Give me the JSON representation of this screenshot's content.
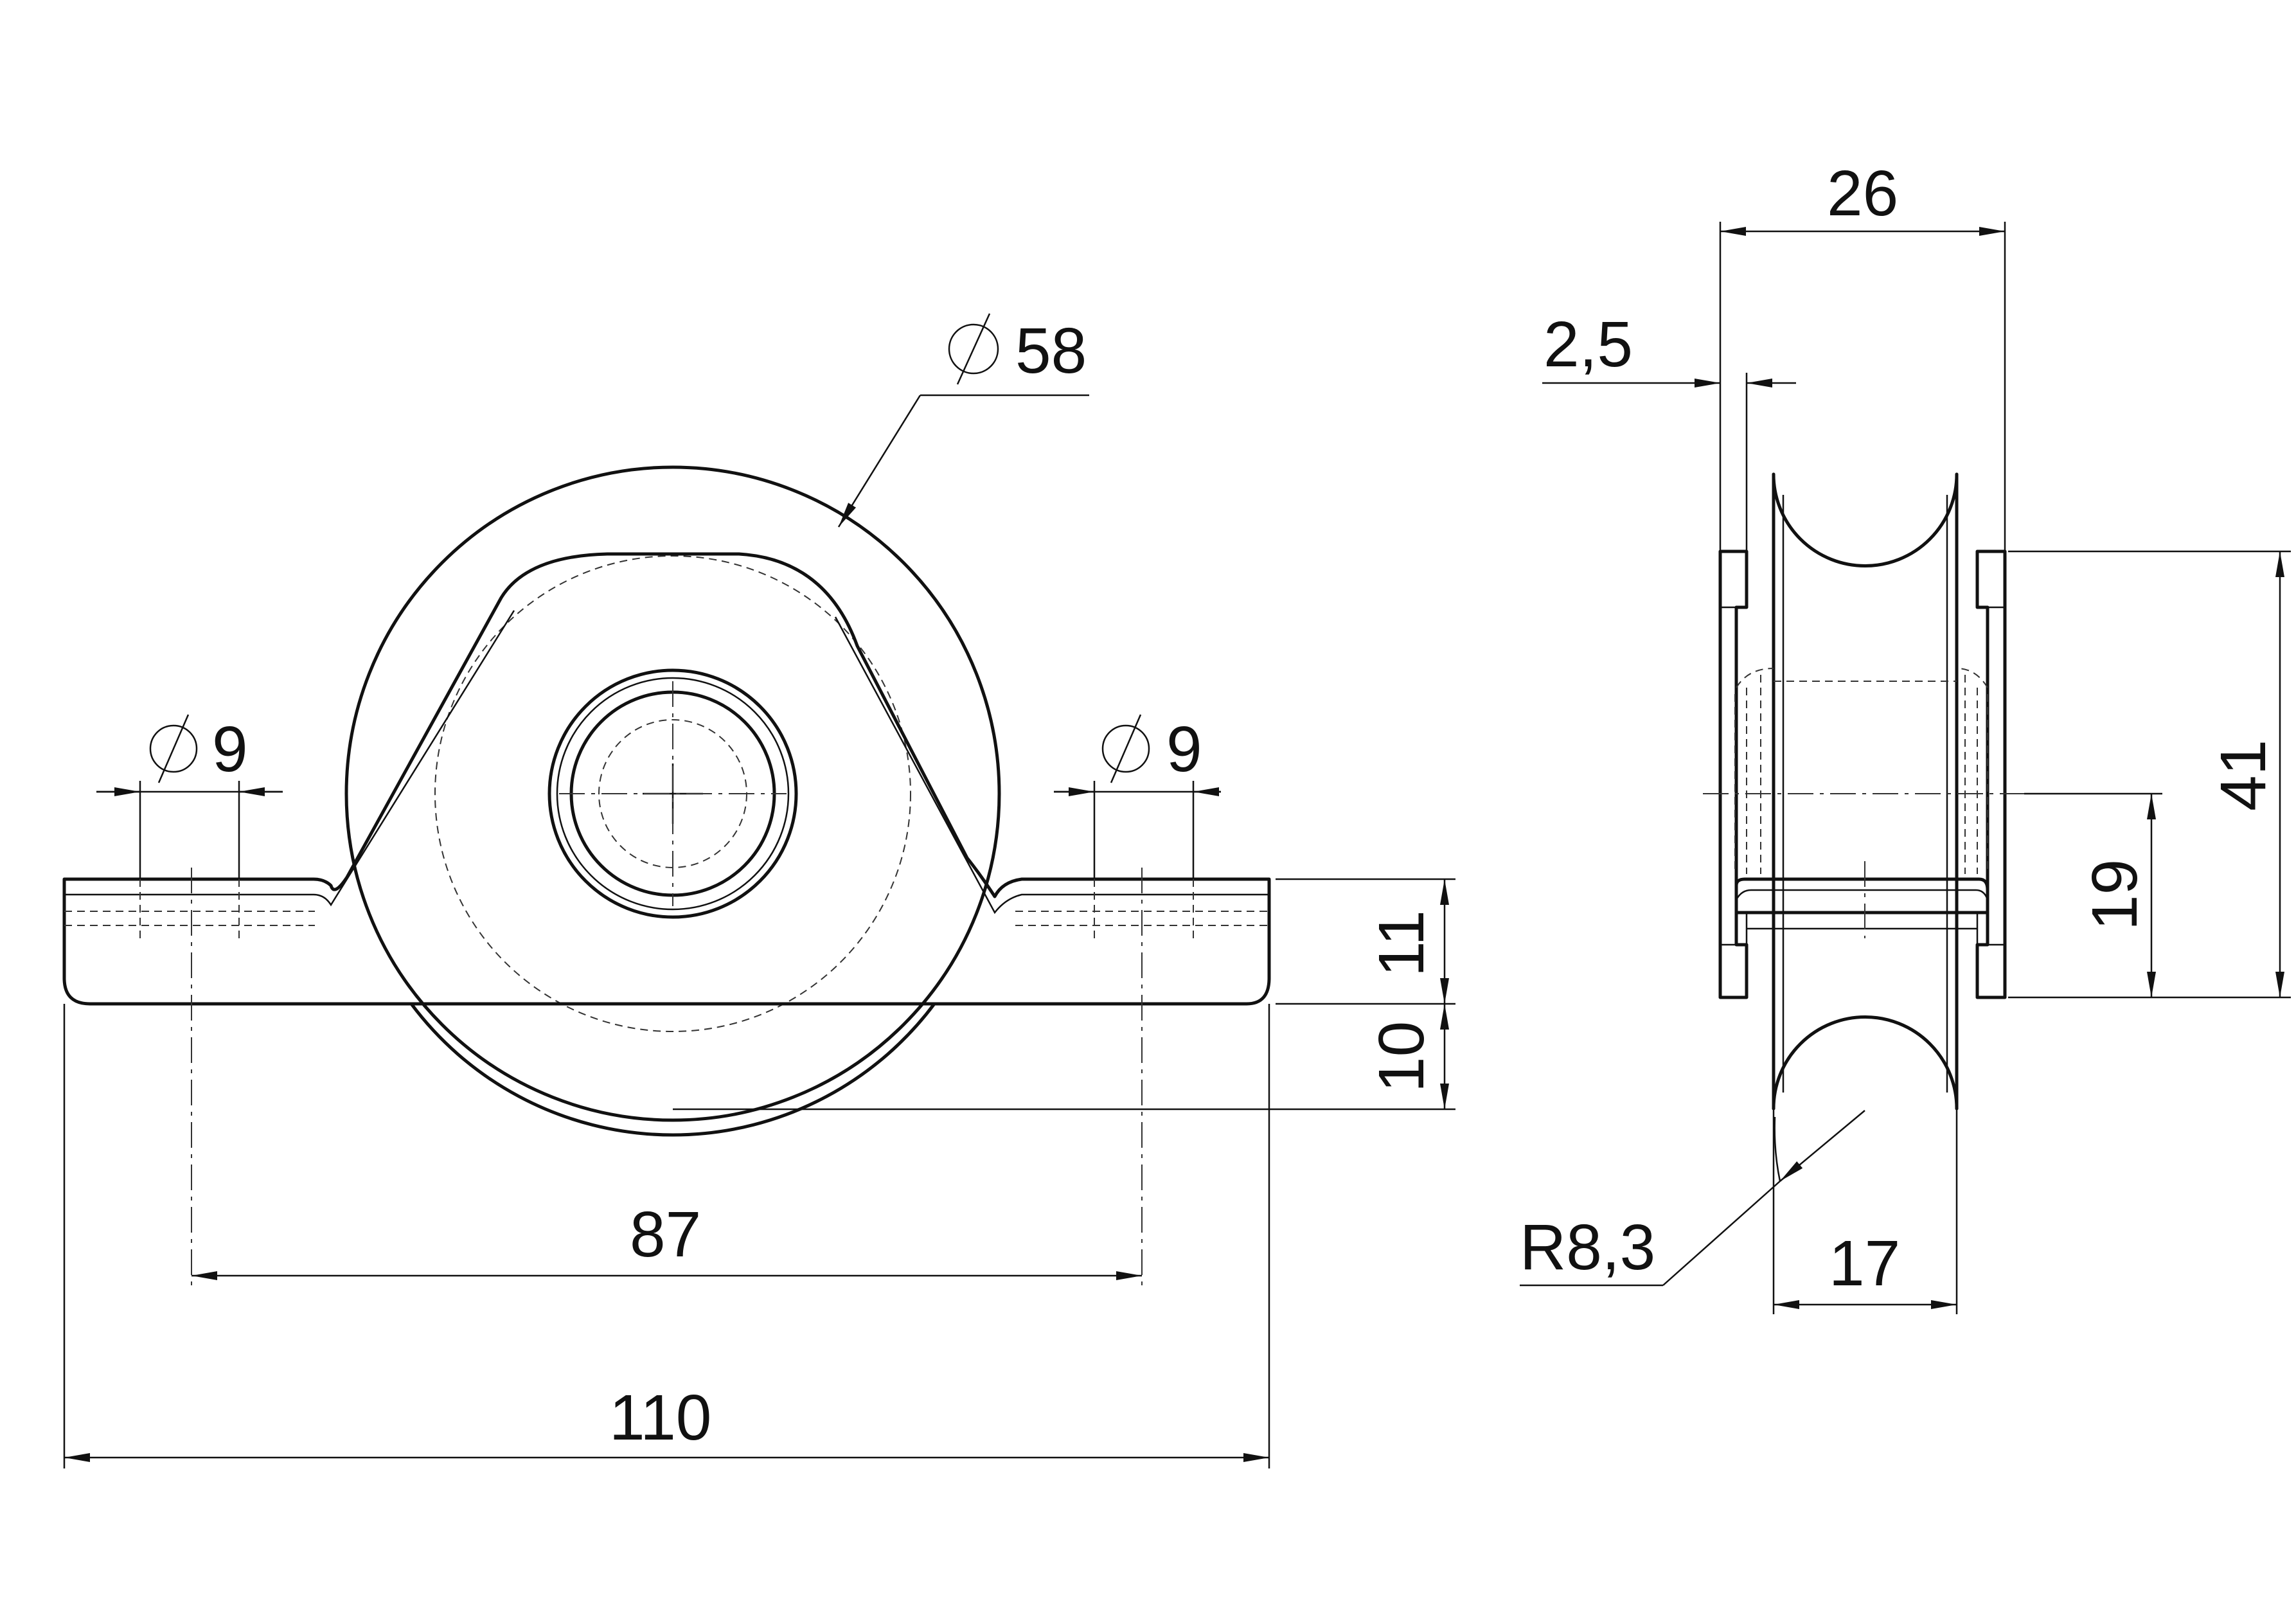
{
  "dimensions": {
    "dia58": "58",
    "dia9_left": "9",
    "dia9_right": "9",
    "d11": "11",
    "d10": "10",
    "d87": "87",
    "d110": "110",
    "d26": "26",
    "d2_5": "2,5",
    "d41": "41",
    "d19": "19",
    "r8_3": "R8,3",
    "d17": "17"
  }
}
